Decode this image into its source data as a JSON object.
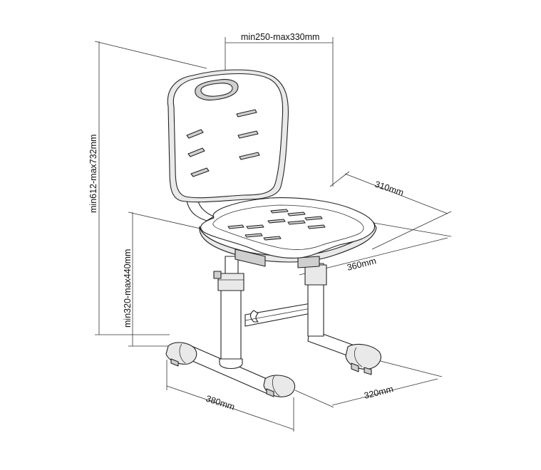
{
  "dimensions": {
    "back_width": "min250-max330mm",
    "total_height": "min612-max732mm",
    "seat_height": "min320-max440mm",
    "seat_depth": "310mm",
    "seat_width": "360mm",
    "base_depth": "320mm",
    "base_width": "380mm"
  }
}
